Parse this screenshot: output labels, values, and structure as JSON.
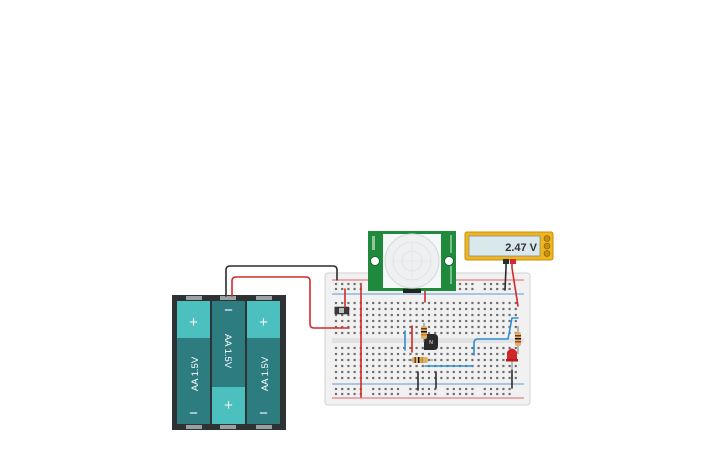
{
  "canvas": {
    "background": "#ffffff"
  },
  "battery_pack": {
    "cells": [
      {
        "label": "AA 1.5V",
        "top_sign": "+",
        "bottom_sign": "−"
      },
      {
        "label": "AA 1.5V",
        "top_sign": "−",
        "bottom_sign": "+"
      },
      {
        "label": "AA 1.5V",
        "top_sign": "+",
        "bottom_sign": "−"
      }
    ],
    "colors": {
      "holder": "#2f3235",
      "cell": "#2c7c80",
      "cap": "#4cc0bf"
    }
  },
  "multimeter": {
    "reading": "2.47 V",
    "colors": {
      "body": "#f0b61f",
      "display": "#d9e8ea"
    }
  },
  "pir_sensor": {
    "colors": {
      "board": "#1f8a3c",
      "dome": "#eef0f1"
    }
  },
  "breadboard": {
    "colors": {
      "board": "#f1f1f1",
      "rail_red": "#d9353b",
      "rail_blue": "#2f7fcf"
    }
  },
  "wires": {
    "colors": {
      "red": "#d22a2a",
      "black": "#2c2c2c",
      "blue": "#2e8fd6"
    }
  },
  "led": {
    "color": "#d1262a"
  }
}
